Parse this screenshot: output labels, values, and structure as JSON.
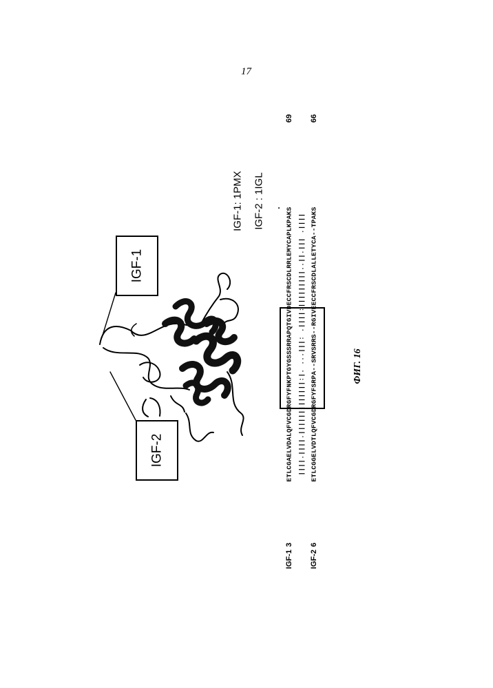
{
  "page_number": "17",
  "figure_label": "ФИГ. 16",
  "structure": {
    "label_igf1": "IGF-1",
    "label_igf2": "IGF-2",
    "pdb_igf1": "IGF-1: 1PMX",
    "pdb_igf2": "IGF-2 : 1IGL"
  },
  "alignment": {
    "igf1": {
      "name": "IGF-1",
      "start": "3",
      "sequence": "ETLCGAELVDALQFVCGDRGFYFNKPTGYGSSSRRAPQTGIVDECCFRSCDLRRLEMYCAPLKPAKS",
      "end": "69"
    },
    "match": "||||.||||.|||||||||||||:|.  ...|||:  .||||:|||||||||..||.|||  .||||",
    "igf2": {
      "name": "IGF-2",
      "start": "6",
      "sequence": "ETLCGGELVDTLQFVCGDRGFYFSRPA--SRVSRRS--RGIVEECCFRSCDLALLETYCA--TPAKS",
      "end": "66"
    },
    "dot": "."
  }
}
